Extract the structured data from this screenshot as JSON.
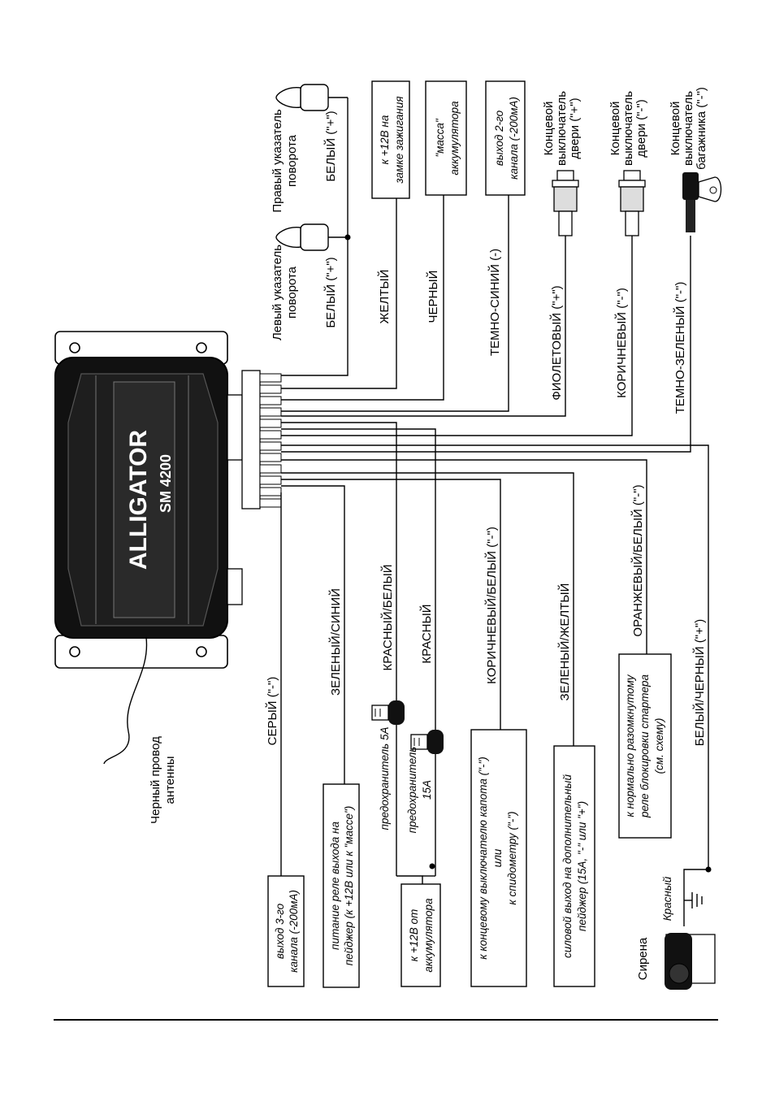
{
  "device": {
    "brand": "ALLIGATOR",
    "model": "SM 4200"
  },
  "antenna_label": [
    "Черный провод",
    "антенны"
  ],
  "wires_left": {
    "w1": "СЕРЫЙ (\"-\")",
    "w2": "ЗЕЛЕНЫЙ/СИНИЙ",
    "w3": "КРАСНЫЙ/БЕЛЫЙ",
    "w4": "КРАСНЫЙ",
    "w5": "КОРИЧНЕВЫЙ/БЕЛЫЙ (\"-\")",
    "w6": "ЗЕЛЕНЫЙ/ЖЕЛТЫЙ",
    "w7": "ОРАНЖЕВЫЙ/БЕЛЫЙ (\"-\")",
    "w8": "БЕЛЫЙ/ЧЕРНЫЙ (\"+\")"
  },
  "boxes_left": {
    "b1": [
      "выход 3-го",
      "канала (-200мА)"
    ],
    "b2": [
      "питание реле выхода на",
      "пейджер (к +12В или к \"массе\")"
    ],
    "b3": [
      "к +12В от",
      "аккумулятора"
    ],
    "b4": [
      "к концевому выключателю капота (\"-\")",
      "или",
      "к спидометру (\"-\")"
    ],
    "b5": [
      "силовой выход на дополнительный",
      "пейджер (15А, \"-\" или \"+\")"
    ],
    "b6": [
      "к нормально разомкнутому",
      "реле блокировки стартера",
      "(см. схему)"
    ]
  },
  "fuses": {
    "f1": "предохранитель 5А",
    "f2": [
      "предохранитель",
      "15А"
    ]
  },
  "siren": {
    "label": "Сирена",
    "wire": "Красный"
  },
  "wires_right": {
    "lamp_left": [
      "Левый указатель",
      "поворота"
    ],
    "lamp_right": [
      "Правый указатель",
      "поворота"
    ],
    "white_left": "БЕЛЫЙ (\"+\")",
    "white_right": "БЕЛЫЙ (\"+\")",
    "yellow": "ЖЕЛТЫЙ",
    "yellow_box": [
      "к +12В на",
      "замке зажигания"
    ],
    "black": "ЧЕРНЫЙ",
    "black_box": [
      "\"масса\"",
      "аккумулятора"
    ],
    "darkblue": "ТЕМНО-СИНИЙ (-)",
    "darkblue_box": [
      "выход 2-го",
      "канала (-200мА)"
    ],
    "violet": "ФИОЛЕТОВЫЙ (\"+\")",
    "violet_sw": [
      "Концевой",
      "выключатель",
      "двери (\"+\")"
    ],
    "brown": "КОРИЧНЕВЫЙ (\"-\")",
    "brown_sw": [
      "Концевой",
      "выключатель",
      "двери (\"-\")"
    ],
    "darkgreen": "ТЕМНО-ЗЕЛЕНЫЙ (\"-\")",
    "darkgreen_sw": [
      "Концевой",
      "выключатель",
      "багажника (\"-\")"
    ]
  }
}
